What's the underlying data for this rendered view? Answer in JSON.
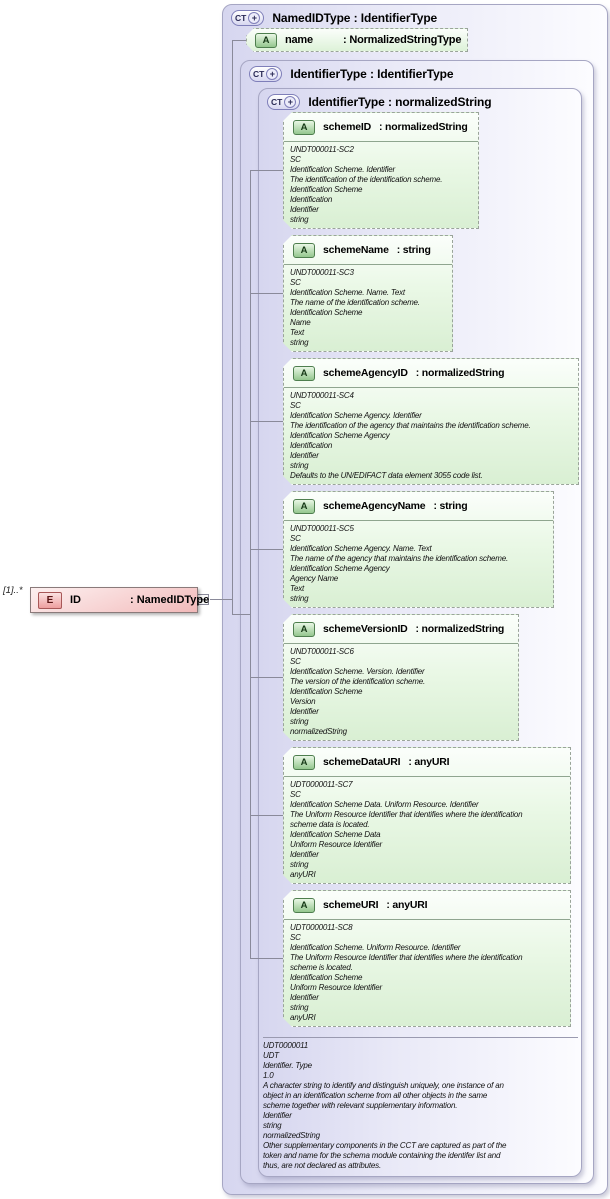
{
  "icons": {
    "complextype": "CT",
    "attribute": "A",
    "element": "E",
    "expand": "+"
  },
  "colors": {
    "container_fill": "#d6d6ef",
    "container_border": "#a6a6c3",
    "attribute_fill": "#e3f5dd",
    "attribute_border": "#9aa49a",
    "element_fill": "#f2b9b9",
    "element_border": "#8a7a7a",
    "connector": "#8a8a9a"
  },
  "diagram": {
    "element": {
      "cardinality": "[1]..*",
      "name": "ID",
      "type": ": NamedIDType"
    },
    "containers": {
      "outer": {
        "title": "NamedIDType : IdentifierType"
      },
      "middle": {
        "title": "IdentifierType : IdentifierType"
      },
      "inner": {
        "title": "IdentifierType : normalizedString"
      }
    },
    "name_attribute": {
      "name": "name",
      "type": ": NormalizedStringType"
    },
    "attributes": [
      {
        "name": "schemeID",
        "type": ": normalizedString",
        "annotation": [
          "UNDT000011-SC2",
          "SC",
          "Identification Scheme. Identifier",
          "The identification of the identification scheme.",
          "Identification Scheme",
          "Identification",
          "Identifier",
          "string"
        ]
      },
      {
        "name": "schemeName",
        "type": ": string",
        "annotation": [
          "UNDT000011-SC3",
          "SC",
          "Identification Scheme. Name. Text",
          "The name of the identification scheme.",
          "Identification Scheme",
          "Name",
          "Text",
          "string"
        ]
      },
      {
        "name": "schemeAgencyID",
        "type": ": normalizedString",
        "annotation": [
          "UNDT000011-SC4",
          "SC",
          "Identification Scheme Agency. Identifier",
          "The identification of the agency that maintains the identification scheme.",
          "Identification Scheme Agency",
          "Identification",
          "Identifier",
          "string",
          "Defaults to the UN/EDIFACT data element 3055 code list."
        ]
      },
      {
        "name": "schemeAgencyName",
        "type": ": string",
        "annotation": [
          "UNDT000011-SC5",
          "SC",
          "Identification Scheme Agency. Name. Text",
          "The name of the agency that maintains the identification scheme.",
          "Identification Scheme Agency",
          "Agency Name",
          "Text",
          "string"
        ]
      },
      {
        "name": "schemeVersionID",
        "type": ": normalizedString",
        "annotation": [
          "UNDT000011-SC6",
          "SC",
          "Identification Scheme. Version. Identifier",
          "The version of the identification scheme.",
          "Identification Scheme",
          "Version",
          "Identifier",
          "string",
          "normalizedString"
        ]
      },
      {
        "name": "schemeDataURI",
        "type": ": anyURI",
        "annotation": [
          "UDT0000011-SC7",
          "SC",
          "Identification Scheme Data. Uniform Resource. Identifier",
          "The Uniform Resource Identifier that identifies where the identification",
          "scheme data is located.",
          "Identification Scheme Data",
          "Uniform Resource Identifier",
          "Identifier",
          "string",
          "anyURI"
        ]
      },
      {
        "name": "schemeURI",
        "type": ": anyURI",
        "annotation": [
          "UDT0000011-SC8",
          "SC",
          "Identification Scheme. Uniform Resource. Identifier",
          "The Uniform Resource Identifier that identifies where the identification",
          "scheme is located.",
          "Identification Scheme",
          "Uniform Resource Identifier",
          "Identifier",
          "string",
          "anyURI"
        ]
      }
    ],
    "type_annotation": [
      "UDT0000011",
      "UDT",
      "Identifier. Type",
      "1.0",
      "A character string to identify and distinguish uniquely, one instance of an",
      "object in an identification scheme from all other objects in the same",
      "scheme together with relevant supplementary information.",
      "Identifier",
      "string",
      "normalizedString",
      "Other supplementary components in the CCT are captured as part of the",
      "token and name for the schema module containing the identifer list and",
      "thus, are not declared as attributes."
    ]
  }
}
